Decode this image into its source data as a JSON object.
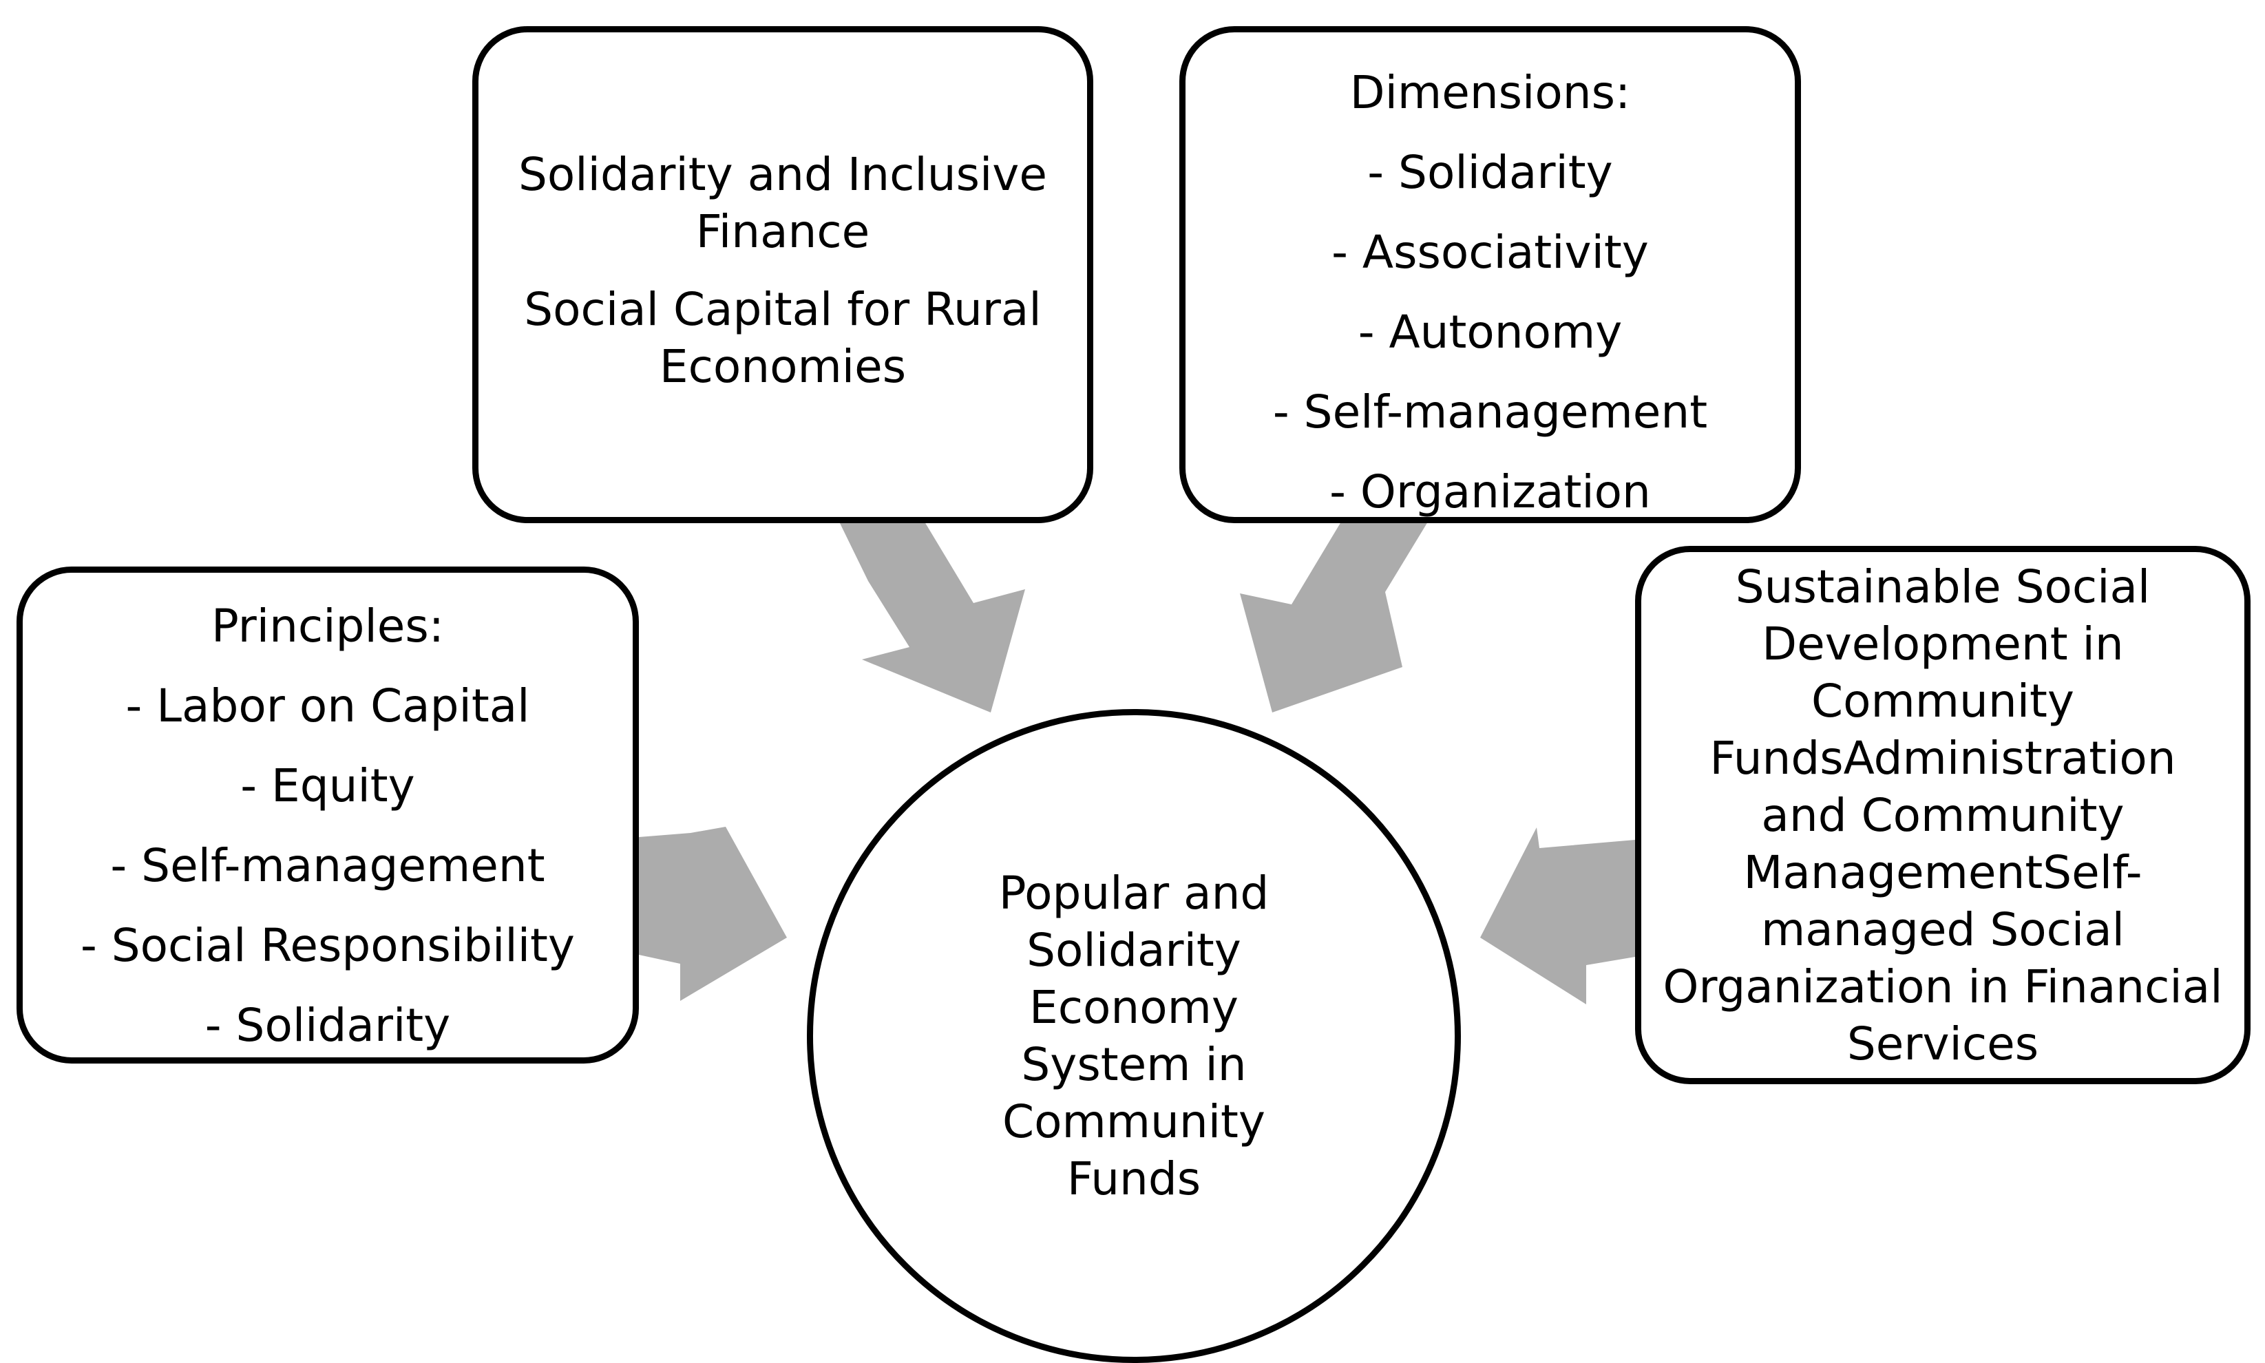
{
  "colors": {
    "arrow_fill": "#acacac",
    "border": "#000000",
    "background": "#ffffff"
  },
  "center": {
    "label": "Popular and Solidarity Economy System in Community Funds"
  },
  "top_left_box": {
    "line1": "Solidarity and Inclusive Finance",
    "line2": "Social Capital for Rural Economies"
  },
  "top_right_box": {
    "heading": "Dimensions:",
    "items": [
      "- Solidarity",
      "- Associativity",
      "- Autonomy",
      "- Self-management",
      "- Organization"
    ]
  },
  "left_box": {
    "heading": "Principles:",
    "items": [
      "- Labor on Capital",
      "- Equity",
      "- Self-management",
      "- Social Responsibility",
      "- Solidarity"
    ]
  },
  "right_box": {
    "text": "Sustainable Social Development in Community FundsAdministration and Community ManagementSelf-managed Social Organization in Financial Services"
  }
}
